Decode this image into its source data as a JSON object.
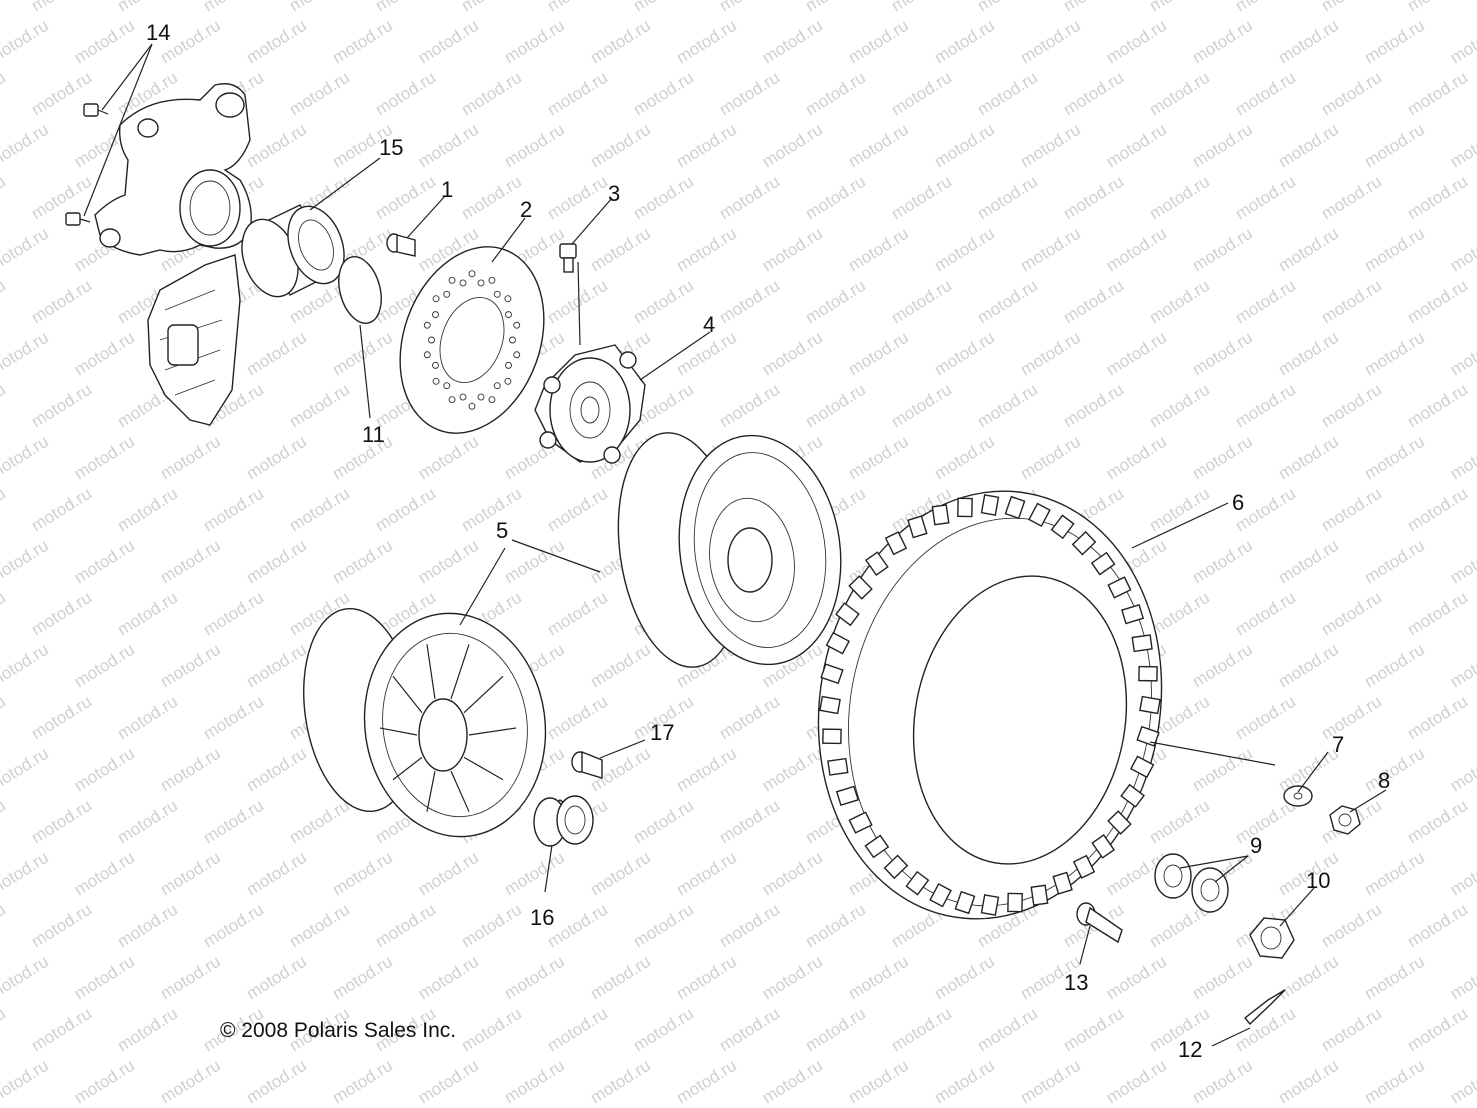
{
  "watermark": "motod.ru",
  "copyright": "© 2008 Polaris Sales Inc.",
  "callouts": [
    "1",
    "2",
    "3",
    "4",
    "5",
    "6",
    "7",
    "8",
    "9",
    "10",
    "11",
    "12",
    "13",
    "14",
    "15",
    "16",
    "17"
  ]
}
